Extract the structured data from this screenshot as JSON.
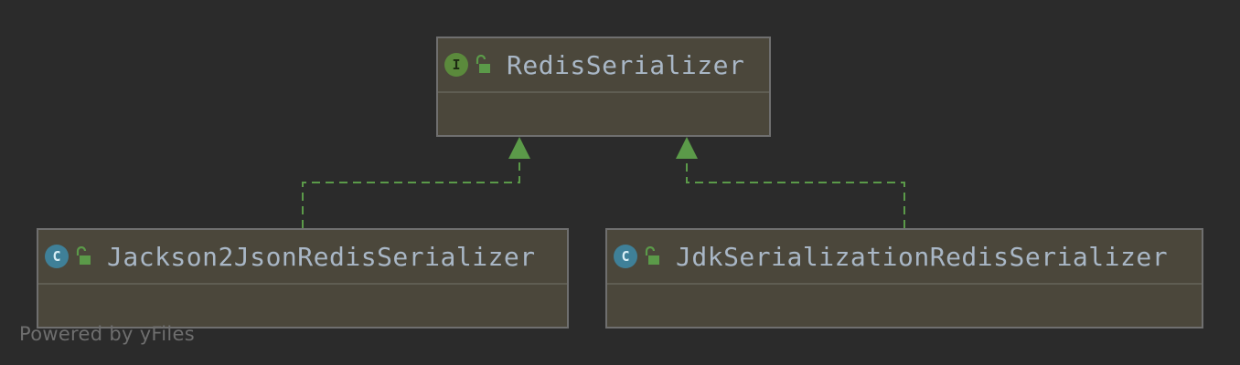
{
  "diagram": {
    "nodes": [
      {
        "id": "redis-serializer",
        "kind": "interface",
        "badge": "I",
        "name": "RedisSerializer"
      },
      {
        "id": "jackson2json",
        "kind": "class",
        "badge": "C",
        "name": "Jackson2JsonRedisSerializer"
      },
      {
        "id": "jdk-serialization",
        "kind": "class",
        "badge": "C",
        "name": "JdkSerializationRedisSerializer"
      }
    ],
    "edges": [
      {
        "from": "jackson2json",
        "to": "redis-serializer",
        "type": "implements"
      },
      {
        "from": "jdk-serialization",
        "to": "redis-serializer",
        "type": "implements"
      }
    ],
    "colors": {
      "background": "#2b2b2b",
      "node_fill": "#4b473b",
      "node_border": "#6f6f6f",
      "edge": "#5b9a49",
      "interface_badge": "#5b8a3c",
      "class_badge": "#3f8098",
      "text": "#a9b7c6"
    }
  },
  "watermark": "Powered by yFiles"
}
